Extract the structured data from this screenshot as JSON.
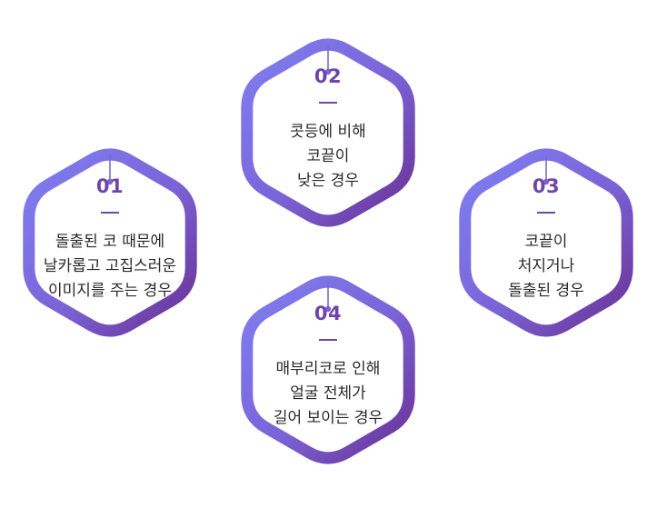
{
  "colors": {
    "gradient_start": "#7f7ff2",
    "gradient_end": "#6a2f93",
    "number": "#6f46a8",
    "text": "#2a2a2a"
  },
  "items": [
    {
      "number": "01",
      "lines": [
        "돌출된 코 때문에",
        "날카롭고 고집스러운",
        "이미지를 주는 경우"
      ]
    },
    {
      "number": "02",
      "lines": [
        "콧등에 비해",
        "코끝이",
        "낮은 경우"
      ]
    },
    {
      "number": "03",
      "lines": [
        "코끝이",
        "처지거나",
        "돌출된 경우"
      ]
    },
    {
      "number": "04",
      "lines": [
        "매부리코로 인해",
        "얼굴 전체가",
        "길어 보이는 경우"
      ]
    }
  ]
}
